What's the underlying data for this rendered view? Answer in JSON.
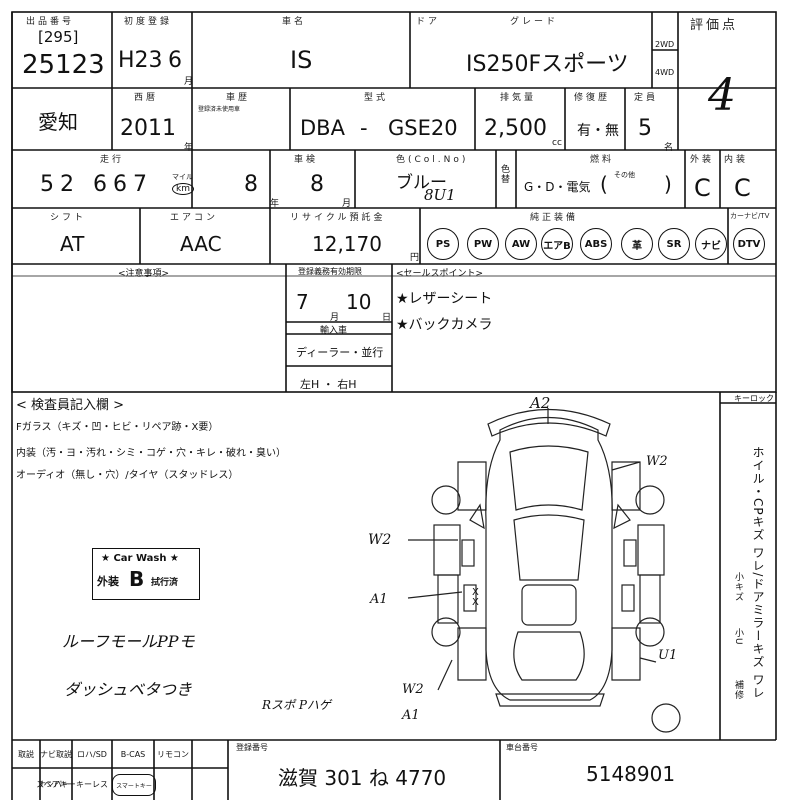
{
  "row1": {
    "h_lot": "出品番号",
    "lot_bracket": "[295]",
    "lot_no": "25123",
    "h_first_reg": "初度登録",
    "first_reg_era": "H23",
    "first_reg_month": "6",
    "first_reg_unit": "月",
    "h_model": "車名",
    "model": "IS",
    "h_door": "ドア",
    "h_grade": "グレード",
    "grade": "IS250Fスポーツ",
    "drive_2wd": "2WD",
    "drive_4wd": "4WD",
    "h_score": "評価点",
    "score": "4"
  },
  "row2": {
    "region": "愛知",
    "h_year": "西暦",
    "year": "2011",
    "year_unit": "年",
    "h_mark": "車歴",
    "mark_sub": "登録済未使用車",
    "h_type": "型式",
    "type_prefix": "DBA",
    "type_dash": "-",
    "type_code": "GSE20",
    "h_cc": "排気量",
    "cc": "2,500",
    "cc_unit": "cc",
    "h_repair": "修復歴",
    "repair": "有・無",
    "h_cap": "定員",
    "cap": "5",
    "cap_unit": "名"
  },
  "row3": {
    "h_mileage": "走行",
    "mileage": "52 667",
    "mileage_km": "km",
    "mileage_mile": "マイル",
    "h_shaken": "車検",
    "shaken_year": "8",
    "shaken_year_unit": "年",
    "shaken_month": "8",
    "shaken_month_unit": "月",
    "h_color": "色(Col.No)",
    "color": "ブルー",
    "color_code": "8U1",
    "color_swap_label": "色替",
    "h_fuel": "燃料",
    "fuel": "G・D・電気",
    "fuel_other": "その他",
    "h_ext": "外装",
    "ext": "C",
    "h_int": "内装",
    "int": "C"
  },
  "row4": {
    "h_shift": "シフト",
    "shift": "AT",
    "h_ac": "エアコン",
    "ac": "AAC",
    "h_recycle": "リサイクル預託金",
    "recycle": "12,170",
    "recycle_unit": "円",
    "h_equip": "純正装備",
    "h_carnavi": "カーナビ/TV",
    "equipment": [
      "PS",
      "PW",
      "AW",
      "エアB",
      "ABS",
      "革",
      "SR",
      "ナビ",
      "DTV"
    ]
  },
  "notes": {
    "h_caution": "<注意事項>",
    "h_reg_expiry": "登録義務有効期限",
    "reg_month": "7",
    "reg_month_unit": "月",
    "reg_day": "10",
    "reg_day_unit": "日",
    "h_import": "輸入車",
    "dealer": "ディーラー・並行",
    "handle": "左H ・ 右H",
    "h_sales": "<セールスポイント>",
    "sales_points": [
      "★レザーシート",
      "★バックカメラ"
    ]
  },
  "inspector": {
    "h_title": "< 検査員記入欄 >",
    "fglass": "Fガラス（キズ・凹・ヒビ・リペア跡・X要）",
    "interior": "内装（汚・ヨ・汚れ・シミ・コゲ・穴・キレ・破れ・臭い）",
    "audio": "オーディオ（無し・穴）/タイヤ（スタッドレス）",
    "wash_title": "★ Car Wash ★",
    "wash_grade_prefix": "外装",
    "wash_grade": "B",
    "wash_grade_suffix": "拭行済",
    "hand_note1": "ルーフモールPPモ",
    "hand_note2": "ダッシュベタつき",
    "hand_note3": "Rスポ Pハゲ"
  },
  "diagram_labels": {
    "a2": "A2",
    "w2_top": "W2",
    "w2_left": "W2",
    "a1_left": "A1",
    "xx": "X X",
    "u1": "U1",
    "w2_bottom": "W2",
    "a1_bottom": "A1"
  },
  "side": {
    "h_keylock": "キーロック",
    "vertical_note": "ホイル・CPキズ ワレ/ドアミラーキズ ワレ",
    "small_scratch": "小キズ",
    "small_u": "小U",
    "repair_paint": "補修"
  },
  "footer": {
    "items_row1": [
      "取説",
      "ナビ取説",
      "ロハ/SD",
      "B-CAS",
      "リモコン"
    ],
    "items_row2": [
      "ナンバー",
      "スペアキー",
      "キーレス",
      "スマートキー"
    ],
    "h_plate": "登録番号",
    "plate": "滋賀 301 ね 4770",
    "h_chassis": "車台番号",
    "chassis": "5148901"
  }
}
